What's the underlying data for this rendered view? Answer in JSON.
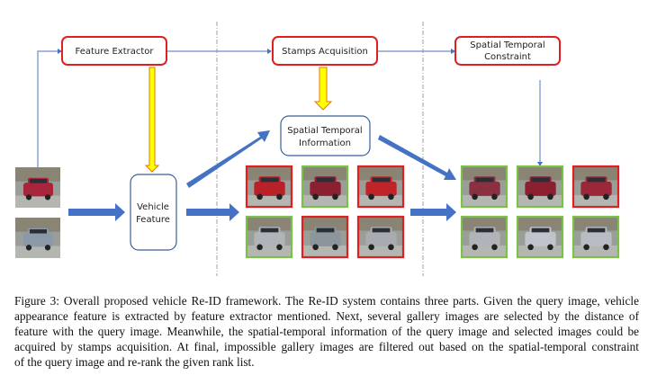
{
  "diagram": {
    "boxes": {
      "feature_extractor": "Feature Extractor",
      "stamps_acquisition": "Stamps Acquisition",
      "spatial_temporal_constraint": [
        "Spatial Temporal",
        "Constraint"
      ],
      "spatial_temporal_information": [
        "Spatial Temporal",
        "Information"
      ],
      "vehicle_feature": [
        "Vehicle",
        "Feature"
      ]
    },
    "query_images": [
      {
        "name": "query-red-minivan",
        "color": "#a8243a"
      },
      {
        "name": "query-silver-suv",
        "color": "#8a98a8"
      }
    ],
    "gallery_initial": [
      [
        {
          "car": "#b8202a",
          "frame": "red"
        },
        {
          "car": "#8a2030",
          "frame": "green"
        },
        {
          "car": "#c02428",
          "frame": "red"
        }
      ],
      [
        {
          "car": "#b0b4b8",
          "frame": "green"
        },
        {
          "car": "#8c949c",
          "frame": "red"
        },
        {
          "car": "#a8acb0",
          "frame": "red"
        }
      ]
    ],
    "gallery_reranked": [
      [
        {
          "car": "#8a3040",
          "frame": "green"
        },
        {
          "car": "#8a2030",
          "frame": "green"
        },
        {
          "car": "#9a2838",
          "frame": "red"
        }
      ],
      [
        {
          "car": "#b0b4b8",
          "frame": "green"
        },
        {
          "car": "#c0c4cc",
          "frame": "green"
        },
        {
          "car": "#b8bcc4",
          "frame": "green"
        }
      ]
    ],
    "frame_colors": {
      "red": "#e02020",
      "green": "#7cc04a"
    },
    "accent_blue": "#4472c4",
    "arrow_yellow": "#ffff00"
  },
  "caption": {
    "lines": [
      "Figure 3: Overall proposed vehicle Re-ID framework. The Re-ID system contains three parts. Given the query image, vehicle",
      "appearance feature is extracted by feature extractor mentioned. Next, several gallery images are selected by the distance of",
      "feature with the query image. Meanwhile, the spatial-temporal information of the query image and selected images could be",
      "acquired by stamps acquisition. At final, impossible gallery images are filtered out based on the spatial-temporal constraint",
      "of the query image and re-rank the given rank list."
    ]
  }
}
